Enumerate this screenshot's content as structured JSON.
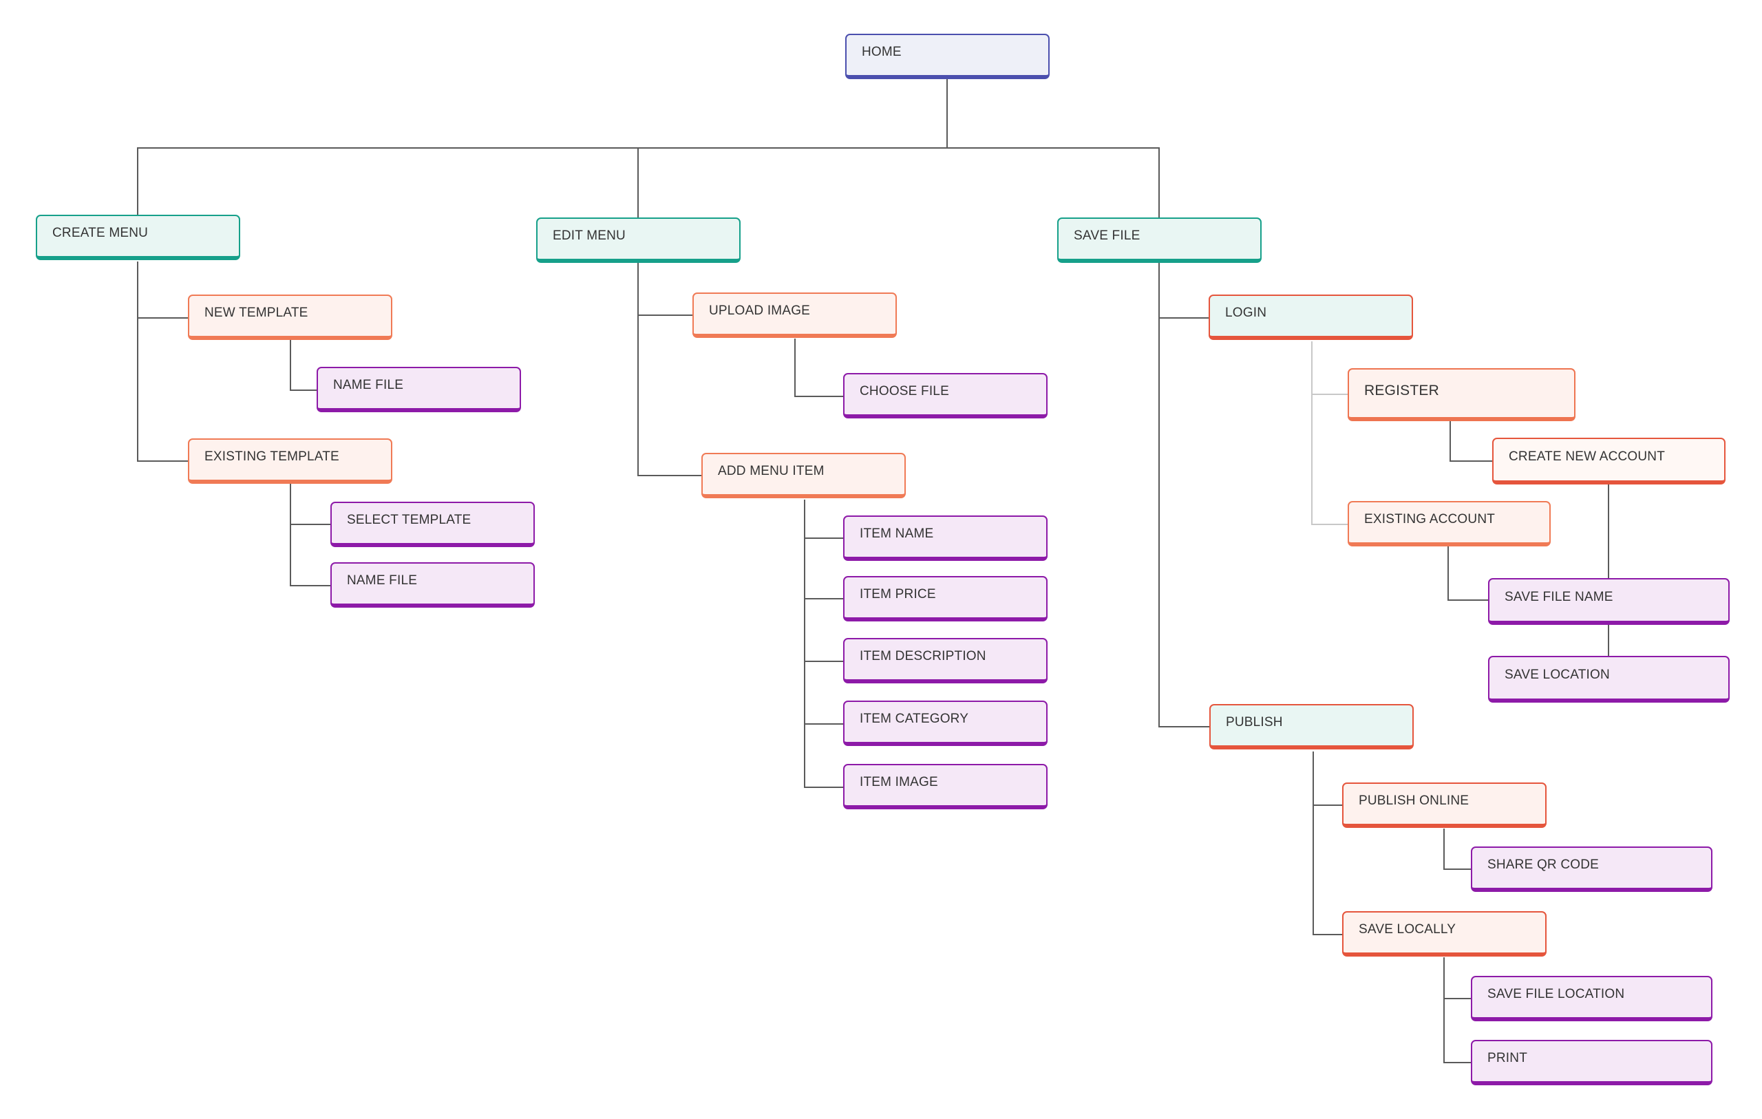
{
  "diagram": {
    "home": "HOME",
    "create_menu": {
      "label": "CREATE MENU",
      "new_template": "NEW TEMPLATE",
      "new_template_name_file": "NAME FILE",
      "existing_template": "EXISTING TEMPLATE",
      "select_template": "SELECT TEMPLATE",
      "existing_template_name_file": "NAME FILE"
    },
    "edit_menu": {
      "label": "EDIT MENU",
      "upload_image": "UPLOAD IMAGE",
      "choose_file": "CHOOSE FILE",
      "add_menu_item": "ADD MENU ITEM",
      "item_name": "ITEM NAME",
      "item_price": "ITEM PRICE",
      "item_description": "ITEM DESCRIPTION",
      "item_category": "ITEM CATEGORY",
      "item_image": "ITEM IMAGE"
    },
    "save_file": {
      "label": "SAVE FILE",
      "login": "LOGIN",
      "register": "REGISTER",
      "create_new_account": "CREATE NEW ACCOUNT",
      "existing_account": "EXISTING ACCOUNT",
      "save_file_name": "SAVE FILE NAME",
      "save_location": "SAVE LOCATION",
      "publish": "PUBLISH",
      "publish_online": "PUBLISH ONLINE",
      "share_qr_code": "SHARE QR CODE",
      "save_locally": "SAVE LOCALLY",
      "save_file_location": "SAVE FILE LOCATION",
      "print": "PRINT"
    }
  },
  "colors": {
    "root": "#4b4fae",
    "level1": "#16a08a",
    "level2": "#f07a55",
    "level2_dark": "#e5553c",
    "level3": "#8d1aa8",
    "connector": "#5a5a5a",
    "connector_light": "#c8c8c8"
  }
}
